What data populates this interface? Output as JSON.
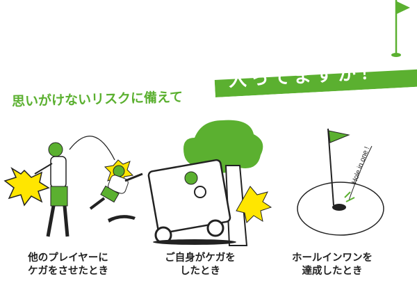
{
  "headline": {
    "lead": "思いがけないリスクに備えて",
    "banner": "入ってますか！"
  },
  "scenes": [
    {
      "label_line1": "他のプレイヤーに",
      "label_line2": "ケガをさせたとき",
      "icon": "golfer-hit-by-ball-icon"
    },
    {
      "label_line1": "ご自身がケガを",
      "label_line2": "したとき",
      "icon": "golf-cart-crash-icon"
    },
    {
      "label_line1": "ホールインワンを",
      "label_line2": "達成したとき",
      "icon": "hole-in-one-icon"
    }
  ],
  "hole_in_one_text": "Hole in one !",
  "colors": {
    "green": "#5bb030",
    "yellow": "#ffe600"
  }
}
